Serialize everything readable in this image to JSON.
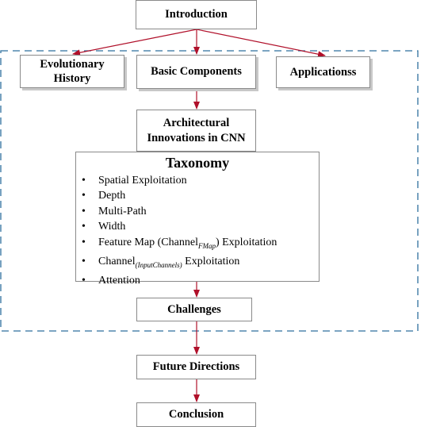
{
  "nodes": {
    "introduction": "Introduction",
    "evolutionary_history": "Evolutionary History",
    "basic_components": "Basic Components",
    "applications": "Applicationss",
    "architectural_innovations": "Architectural Innovations in CNN",
    "challenges": "Challenges",
    "future_directions": "Future Directions",
    "conclusion": "Conclusion"
  },
  "taxonomy": {
    "title": "Taxonomy",
    "items": [
      {
        "text": "Spatial Exploitation"
      },
      {
        "text": "Depth"
      },
      {
        "text": "Multi-Path"
      },
      {
        "text": "Width"
      },
      {
        "prefix": "Feature Map (Channel",
        "sub": "FMap",
        "suffix": ") Exploitation"
      },
      {
        "prefix": "Channel",
        "sub": "(InputChannels)",
        "suffix": " Exploitation"
      },
      {
        "text": "Attention"
      }
    ]
  },
  "colors": {
    "arrow": "#b0102a",
    "dashed_border": "#2e6f9e",
    "box_border": "#8a8a8a"
  }
}
